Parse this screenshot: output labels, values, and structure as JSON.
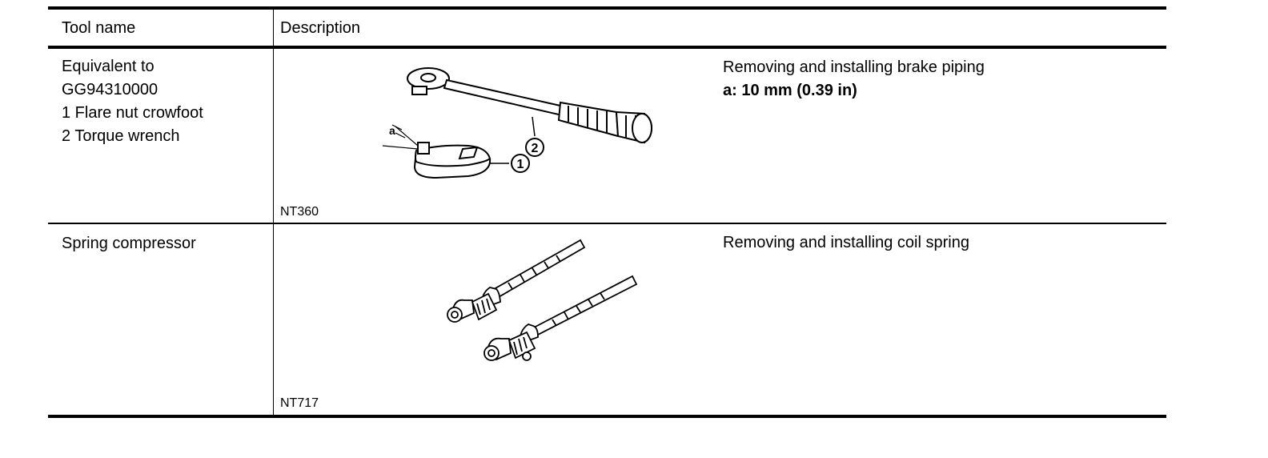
{
  "table": {
    "headers": {
      "tool_name": "Tool name",
      "description": "Description"
    },
    "rows": [
      {
        "tool_lines": [
          "Equivalent to",
          "GG94310000",
          "1 Flare nut crowfoot",
          "2 Torque wrench"
        ],
        "illustration": "flare-nut-crowfoot-and-torque-wrench-illustration",
        "callouts": [
          "a",
          "1",
          "2"
        ],
        "code": "NT360",
        "description": "Removing and installing brake piping",
        "spec": "a: 10 mm (0.39 in)"
      },
      {
        "tool_lines": [
          "Spring compressor"
        ],
        "illustration": "spring-compressor-illustration",
        "code": "NT717",
        "description": "Removing and installing coil spring"
      }
    ]
  }
}
